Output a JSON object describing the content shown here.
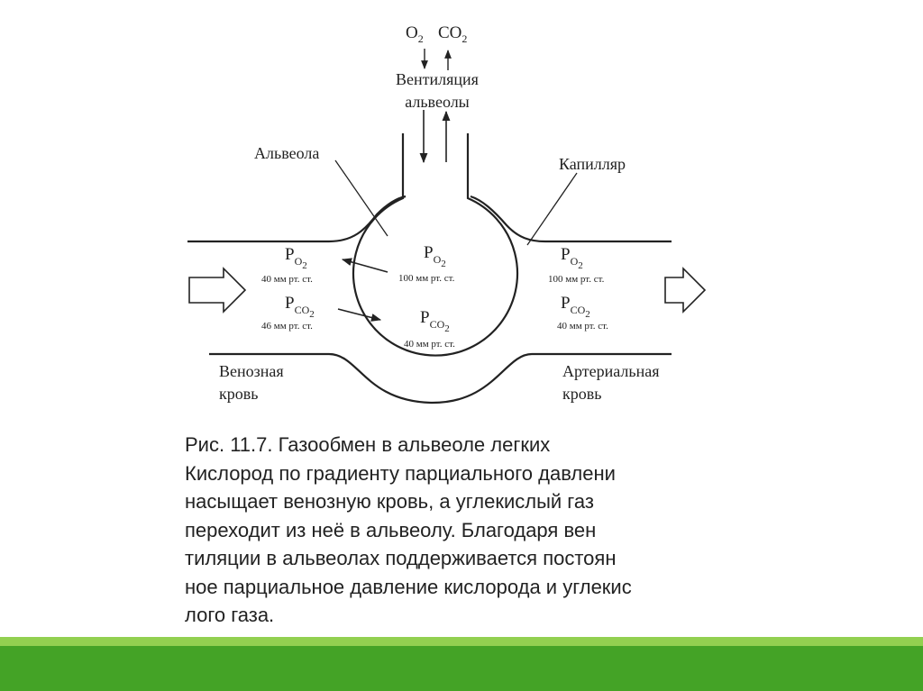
{
  "diagram": {
    "gas_o2": "O",
    "gas_co2": "CO",
    "subscript_2": "2",
    "ventilation_line1": "Вентиляция",
    "ventilation_line2": "альвеолы",
    "alveola_label": "Альвеола",
    "capillary_label": "Капилляр",
    "pressure_symbol": "P",
    "sub_o": "O",
    "sub_co": "CO",
    "left_po2_value": "40 мм рт. ст.",
    "left_pco2_value": "46 мм рт. ст.",
    "center_po2_value": "100 мм рт. ст.",
    "center_pco2_value": "40 мм рт. ст.",
    "right_po2_value": "100 мм рт. ст.",
    "right_pco2_value": "40 мм рт. ст.",
    "venous_line1": "Венозная",
    "venous_line2": "кровь",
    "arterial_line1": "Артериальная",
    "arterial_line2": "кровь"
  },
  "caption": {
    "lines": [
      "Рис. 11.7.  Газообмен в альвеоле легких",
      "Кислород по градиенту парциального давлени",
      "насыщает венозную кровь, а углекислый газ",
      "переходит из неё в альвеолу. Благодаря вен",
      "тиляции в альвеолах поддерживается постоян",
      "ное парциальное давление кислорода и углекис",
      "лого газа."
    ]
  },
  "colors": {
    "accent_light": "#92d050",
    "accent_dark": "#44a326"
  }
}
